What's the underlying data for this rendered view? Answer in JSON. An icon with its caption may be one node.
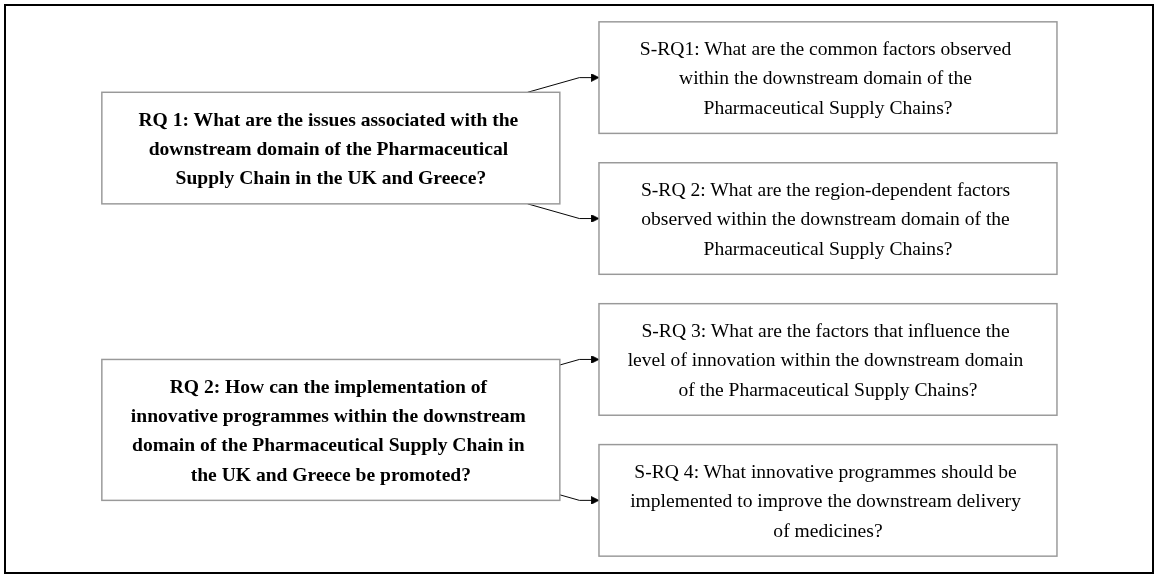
{
  "diagram": {
    "nodes": [
      {
        "text": [
          "RQ 1: What are the issues associated with the downstream domain of the Pharmaceutical Supply Chain in the UK and Greece?"
        ]
      },
      {
        "text": [
          "S-RQ1: What are the common factors observed within the downstream domain of the Pharmaceutical Supply Chains?"
        ]
      },
      {
        "text": [
          "S-RQ 2: What are the region-dependent factors observed within the downstream domain of the Pharmaceutical Supply Chains?"
        ]
      },
      {
        "text": [
          "RQ 2: How can the implementation of innovative programmes within the downstream domain of the Pharmaceutical Supply Chain in the UK and Greece be promoted?"
        ]
      },
      {
        "text": [
          "S-RQ 3: What are the factors that influence the level of innovation within the downstream domain of the Pharmaceutical Supply Chains?"
        ]
      },
      {
        "text": [
          "S-RQ 4: What innovative programmes should be implemented to improve the downstream delivery of medicines?"
        ]
      }
    ],
    "edges": [
      {
        "from": 0,
        "to": 1,
        "arrow": "to"
      },
      {
        "from": 0,
        "to": 2,
        "arrow": "to"
      },
      {
        "from": 3,
        "to": 4,
        "arrow": "to"
      },
      {
        "from": 3,
        "to": 5,
        "arrow": "to"
      }
    ]
  }
}
